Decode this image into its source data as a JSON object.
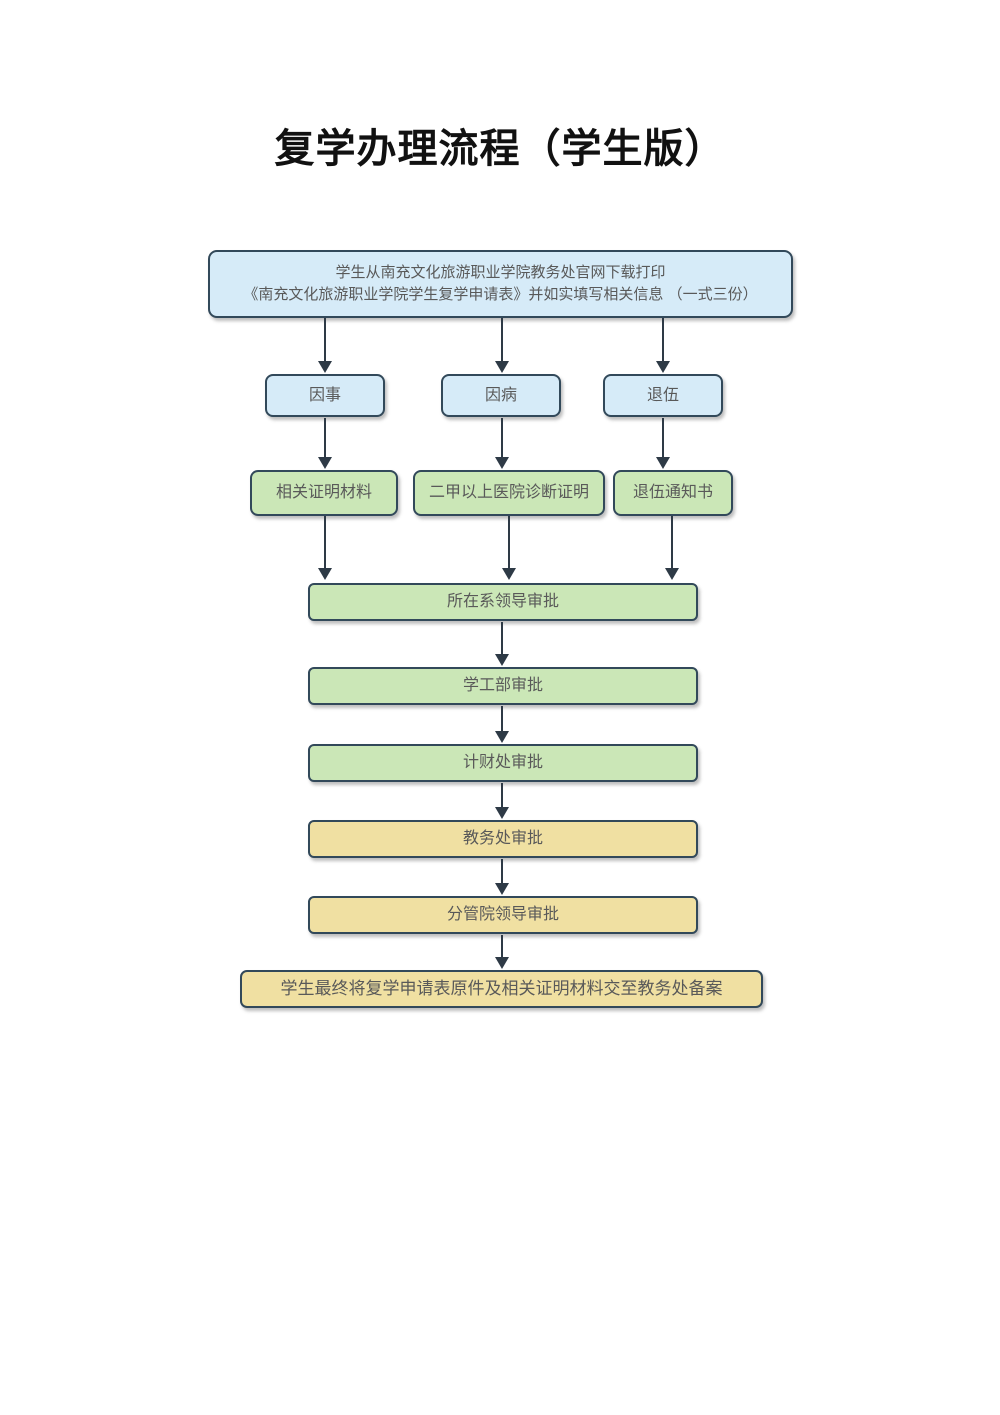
{
  "page": {
    "title": "复学办理流程（学生版）"
  },
  "flowchart": {
    "start": {
      "line1": "学生从南充文化旅游职业学院教务处官网下载打印",
      "line2": "《南充文化旅游职业学院学生复学申请表》并如实填写相关信息 （一式三份）"
    },
    "branches": [
      {
        "label": "因事"
      },
      {
        "label": "因病"
      },
      {
        "label": "退伍"
      }
    ],
    "materials": [
      {
        "label": "相关证明材料"
      },
      {
        "label": "二甲以上医院诊断证明"
      },
      {
        "label": "退伍通知书"
      }
    ],
    "approvals": [
      {
        "label": "所在系领导审批",
        "type": "green"
      },
      {
        "label": "学工部审批",
        "type": "green"
      },
      {
        "label": "计财处审批",
        "type": "green"
      },
      {
        "label": "教务处审批",
        "type": "yellow"
      },
      {
        "label": "分管院领导审批",
        "type": "yellow"
      }
    ],
    "end": {
      "label": "学生最终将复学申请表原件及相关证明材料交至教务处备案"
    }
  },
  "colors": {
    "blue_fill": "#d6ebf8",
    "green_fill": "#cbe7b7",
    "yellow_fill": "#f0e0a2",
    "border": "#32495a",
    "text": "#595959",
    "arrow": "#2e3a46",
    "title": "#111111"
  }
}
